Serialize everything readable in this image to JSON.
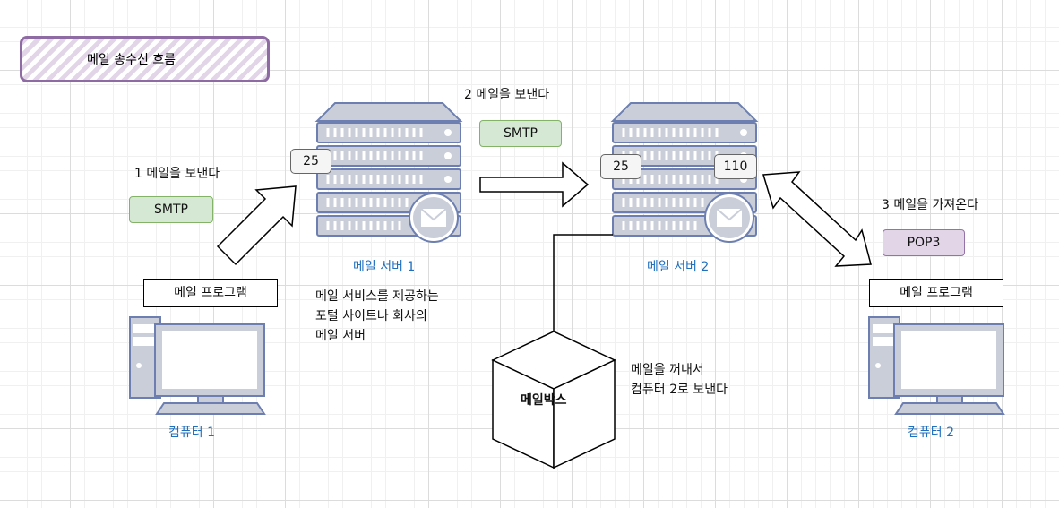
{
  "title": "메일 송수신 흐름",
  "steps": {
    "step1": "1 메일을 보낸다",
    "step2": "2 메일을 보낸다",
    "step3": "3 메일을 가져온다"
  },
  "protocols": {
    "smtp1": "SMTP",
    "smtp2": "SMTP",
    "pop3": "POP3"
  },
  "servers": {
    "server1": {
      "name": "메일 서버 1",
      "port": "25"
    },
    "server2": {
      "name": "메일 서버 2",
      "port_in": "25",
      "port_out": "110"
    }
  },
  "server1_note": [
    "메일 서비스를 제공하는",
    "포털 사이트나 회사의",
    "메일 서버"
  ],
  "mailbox": {
    "label": "메일박스",
    "note": [
      "메일을 꺼내서",
      "컴퓨터 2로 보낸다"
    ]
  },
  "computers": {
    "c1": {
      "name": "컴퓨터 1",
      "program": "메일 프로그램"
    },
    "c2": {
      "name": "컴퓨터 2",
      "program": "메일 프로그램"
    }
  },
  "colors": {
    "smtp_fill": "#d5e8d4",
    "pop3_fill": "#e1d5e7",
    "server_fill": "#c9ced9",
    "server_stroke": "#6c7fb0",
    "label_blue": "#1f6fbf"
  }
}
